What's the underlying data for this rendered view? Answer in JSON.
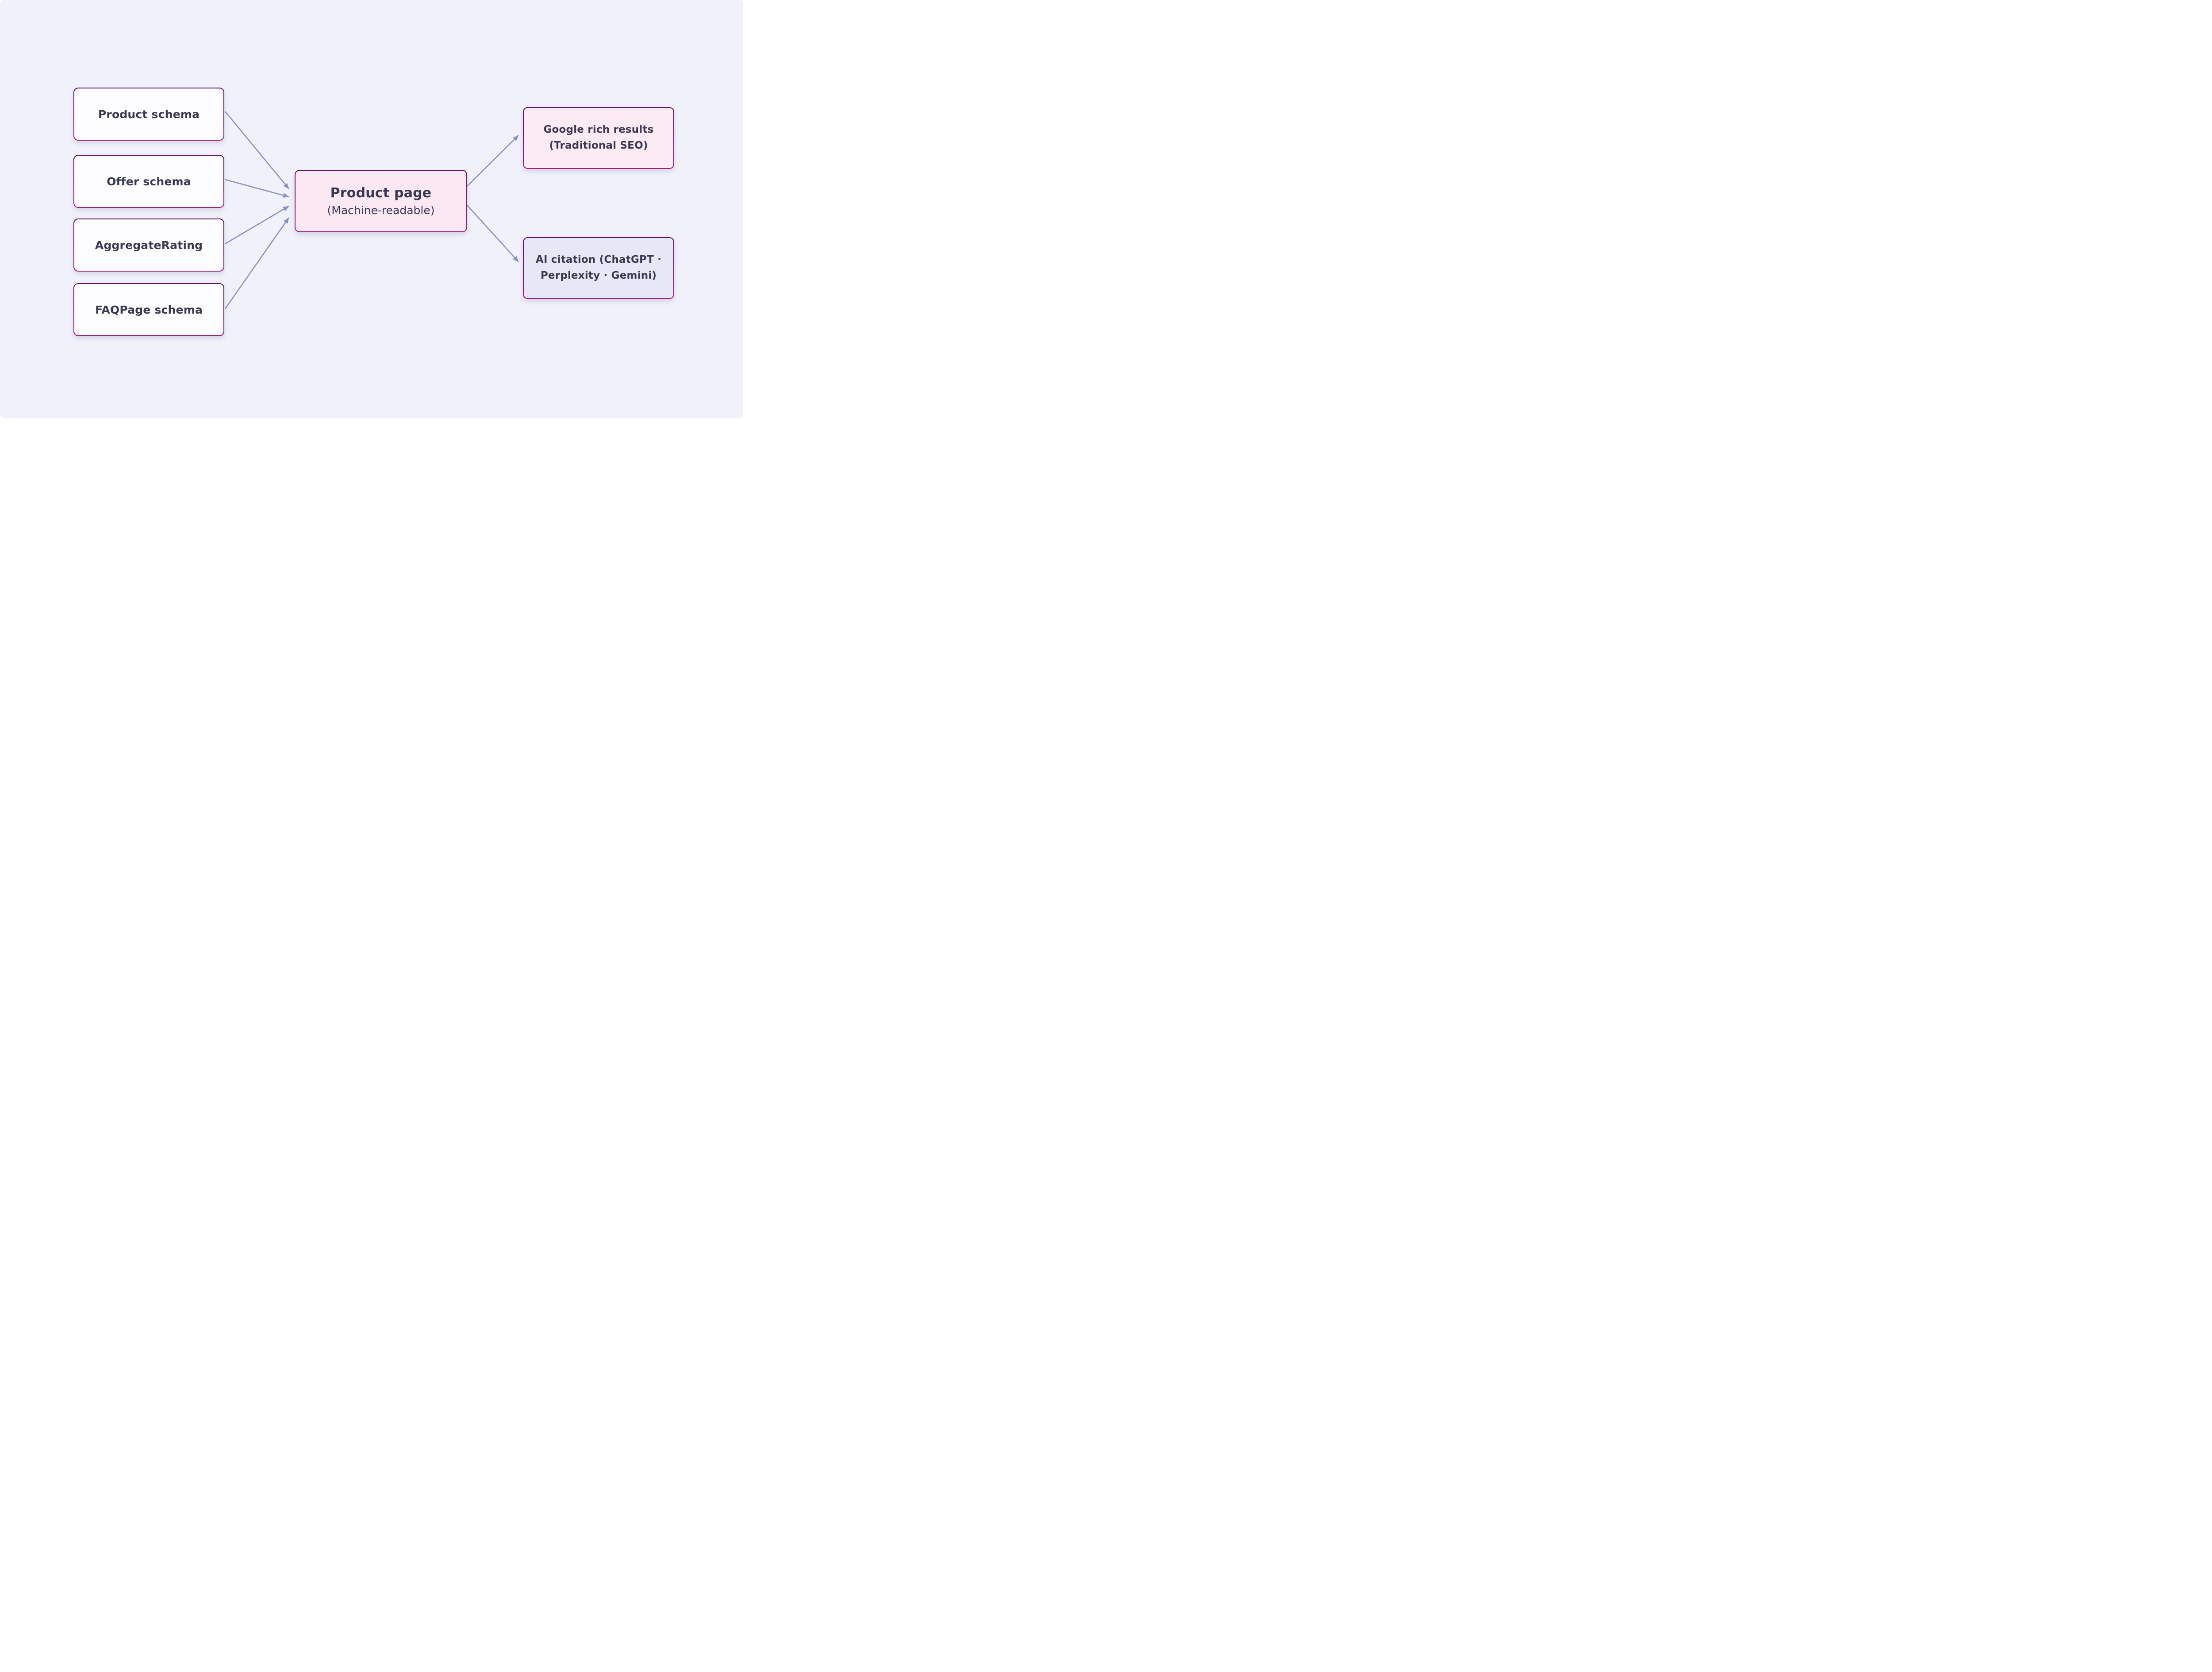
{
  "diagram": {
    "nodes": {
      "product_schema": {
        "label": "Product schema"
      },
      "offer_schema": {
        "label": "Offer schema"
      },
      "aggregate_rating": {
        "label": "AggregateRating"
      },
      "faqpage_schema": {
        "label": "FAQPage schema"
      },
      "product_page": {
        "title": "Product page",
        "subtitle": "(Machine-readable)"
      },
      "google_rich_results": {
        "lines": [
          "Google rich results",
          "(Traditional SEO)"
        ]
      },
      "ai_citation": {
        "lines": [
          "AI citation (ChatGPT ·",
          "Perplexity · Gemini)"
        ]
      }
    },
    "edges": [
      {
        "from": "product_schema",
        "to": "product_page"
      },
      {
        "from": "offer_schema",
        "to": "product_page"
      },
      {
        "from": "aggregate_rating",
        "to": "product_page"
      },
      {
        "from": "faqpage_schema",
        "to": "product_page"
      },
      {
        "from": "product_page",
        "to": "google_rich_results"
      },
      {
        "from": "product_page",
        "to": "ai_citation"
      }
    ],
    "colors": {
      "canvas_background": "#f1f1fb",
      "source_fill": "#fdfdff",
      "hub_fill": "#fce8f3",
      "seo_fill": "#fdebf4",
      "ai_fill": "#e7e8f6",
      "border_gradient_top": "#611069",
      "border_gradient_bottom": "#a51e78",
      "arrow": "#8b92c0",
      "text": "#3a3952"
    }
  }
}
